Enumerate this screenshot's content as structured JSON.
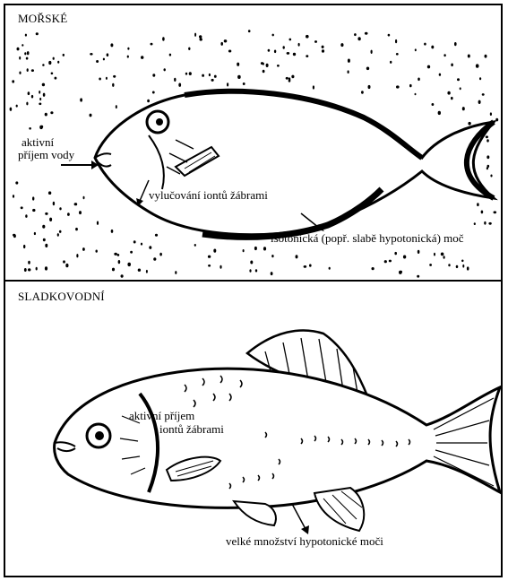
{
  "top_panel": {
    "title": "MOŘSKÉ",
    "labels": {
      "intake_line1": "aktivní",
      "intake_line2": "příjem vody",
      "gill_excretion": "vylučování iontů žábrami",
      "urine": "isotonická (popř. slabě hypotonická) moč"
    }
  },
  "bottom_panel": {
    "title": "SLADKOVODNÍ",
    "labels": {
      "uptake_line1": "aktivní příjem",
      "uptake_line2": "iontů žábrami",
      "urine": "velké množství hypotonické moči"
    }
  },
  "colors": {
    "ink": "#000000",
    "paper": "#ffffff"
  }
}
